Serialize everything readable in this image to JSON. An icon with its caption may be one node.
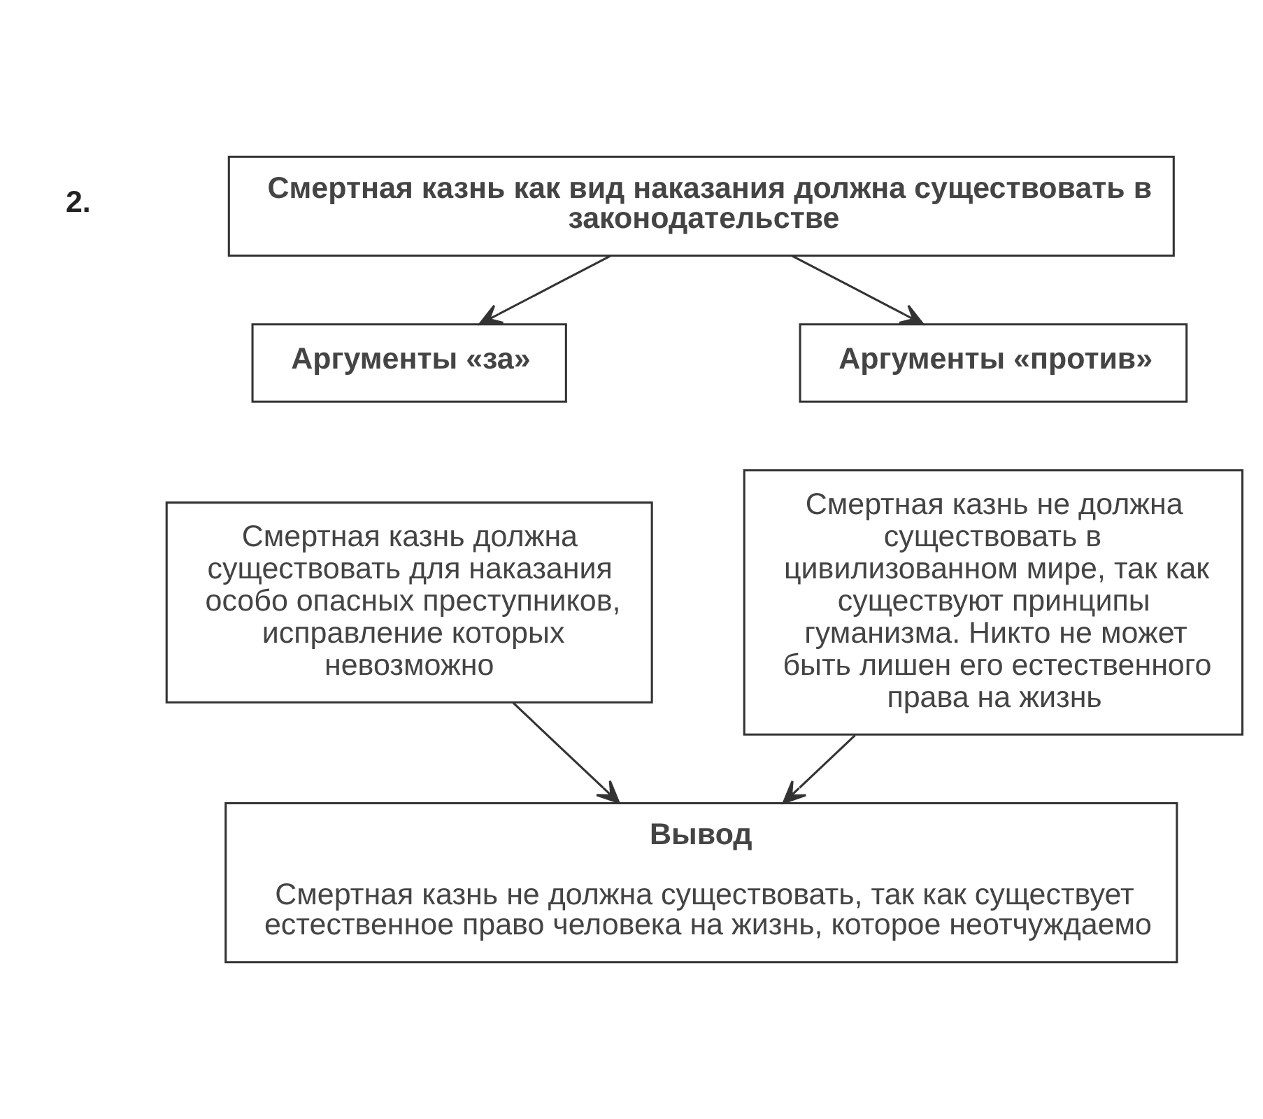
{
  "diagram": {
    "nodes": [
      {
        "text": [
          "Смертная казнь как вид наказания должна существовать в законодательстве"
        ]
      },
      {
        "text": [
          "Аргументы «за»"
        ]
      },
      {
        "text": [
          "Смертная казнь должна существовать для наказания особо опасных преступников, исправление которых невозможно"
        ]
      },
      {
        "text": [
          "Аргументы «против»"
        ]
      },
      {
        "text": [
          "Смертная казнь не должна существовать в цивилизованном мире, так как существуют принципы гуманизма. Никто не может быть лишен его естественного права на жизнь"
        ]
      },
      {
        "text": [
          "Вывод",
          "Смертная казнь не должна существовать, так как существует естественное право человека на жизнь, которое неотчуждаемо"
        ]
      }
    ],
    "edges": [
      {
        "from": 0,
        "to": 1,
        "arrow": "to"
      },
      {
        "from": 0,
        "to": 3,
        "arrow": "to"
      },
      {
        "from": 2,
        "to": 5,
        "arrow": "to"
      },
      {
        "from": 4,
        "to": 5,
        "arrow": "to"
      }
    ],
    "labels": [
      "2."
    ]
  }
}
